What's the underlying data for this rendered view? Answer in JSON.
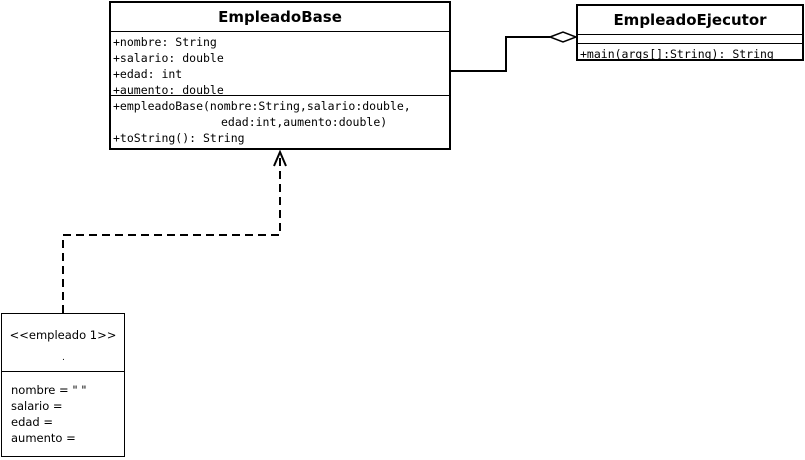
{
  "empleado_base": {
    "name": "EmpleadoBase",
    "attributes": [
      "+nombre: String",
      "+salario: double",
      "+edad: int",
      "+aumento: double"
    ],
    "operations": [
      "+empleadoBase(nombre:String,salario:double,",
      "edad:int,aumento:double)",
      "+toString(): String"
    ]
  },
  "empleado_ejecutor": {
    "name": "EmpleadoEjecutor",
    "operations": [
      "+main(args[]:String): String"
    ]
  },
  "instance": {
    "title": "<<empleado 1>>",
    "dot": ".",
    "slots": [
      "nombre = \" \"",
      "salario =",
      "edad =",
      "aumento ="
    ]
  },
  "relationships": [
    {
      "type": "aggregation",
      "from": "EmpleadoBase",
      "to": "EmpleadoEjecutor"
    },
    {
      "type": "dependency",
      "from": "<<empleado 1>>",
      "to": "EmpleadoBase"
    }
  ]
}
